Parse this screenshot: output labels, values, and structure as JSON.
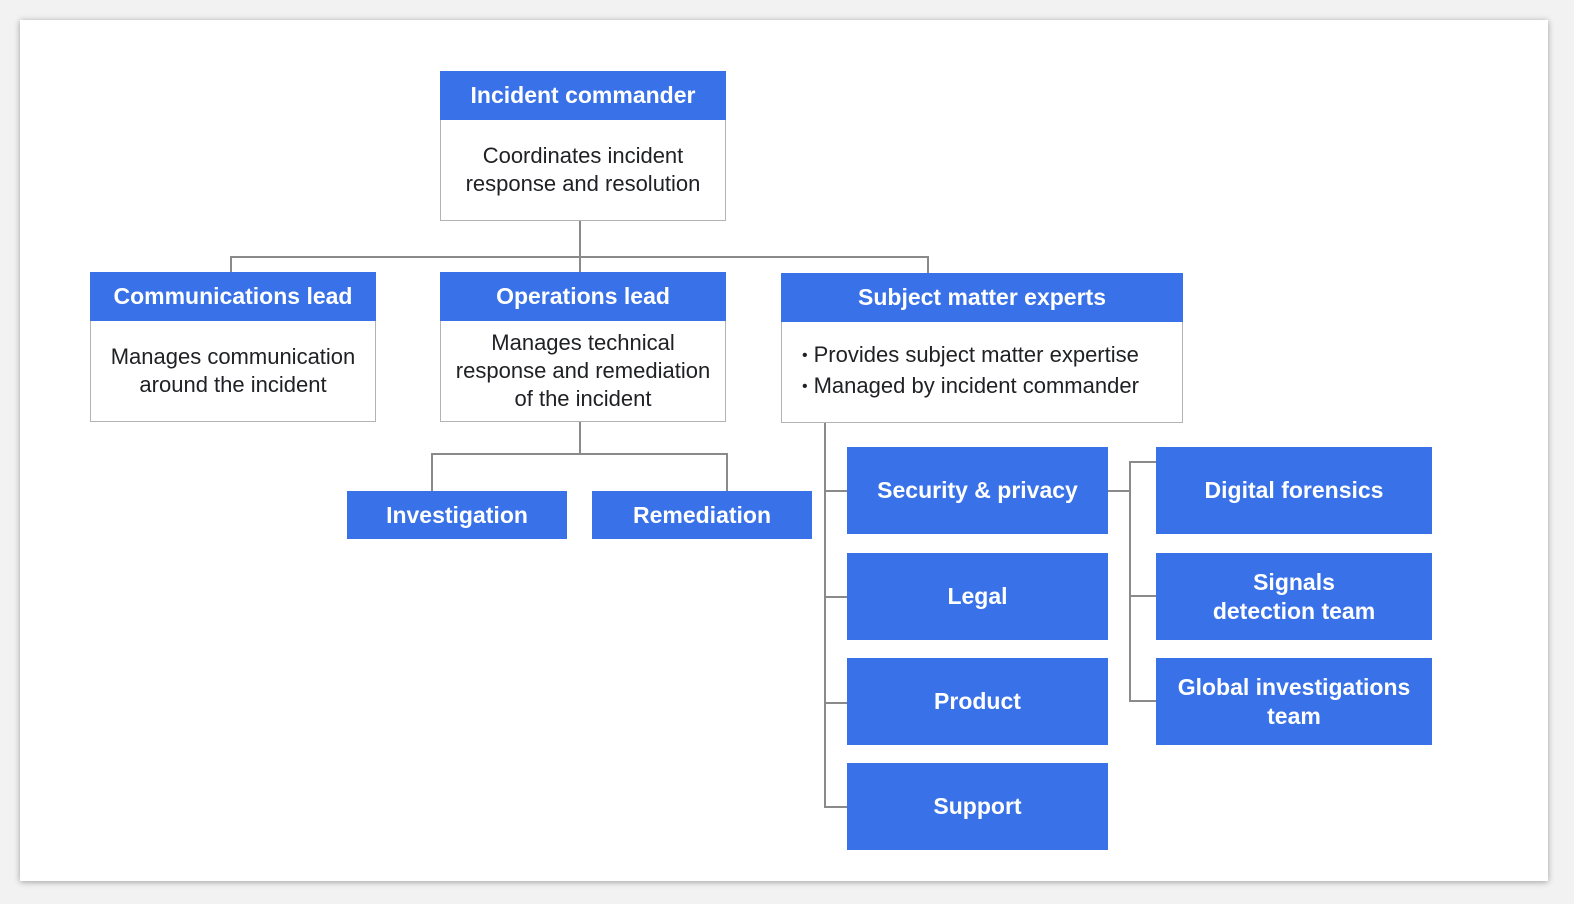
{
  "incident_commander": {
    "title": "Incident commander",
    "description_lines": [
      "Coordinates incident",
      "response and resolution"
    ]
  },
  "communications_lead": {
    "title": "Communications lead",
    "description_lines": [
      "Manages communication",
      "around the incident"
    ]
  },
  "operations_lead": {
    "title": "Operations lead",
    "description_lines": [
      "Manages technical",
      "response and remediation",
      "of the incident"
    ]
  },
  "subject_matter_experts": {
    "title": "Subject matter experts",
    "bullets": [
      "Provides subject matter expertise",
      "Managed by incident commander"
    ]
  },
  "operations_teams": [
    "Investigation",
    "Remediation"
  ],
  "sme_teams": [
    "Security & privacy",
    "Legal",
    "Product",
    "Support"
  ],
  "security_teams": [
    "Digital forensics",
    "Signals detection team",
    "Global investigations team"
  ],
  "colors": {
    "header_blue": "#3871e8",
    "connector_gray": "#8a8a8a",
    "border_gray": "#b3b3b3"
  }
}
